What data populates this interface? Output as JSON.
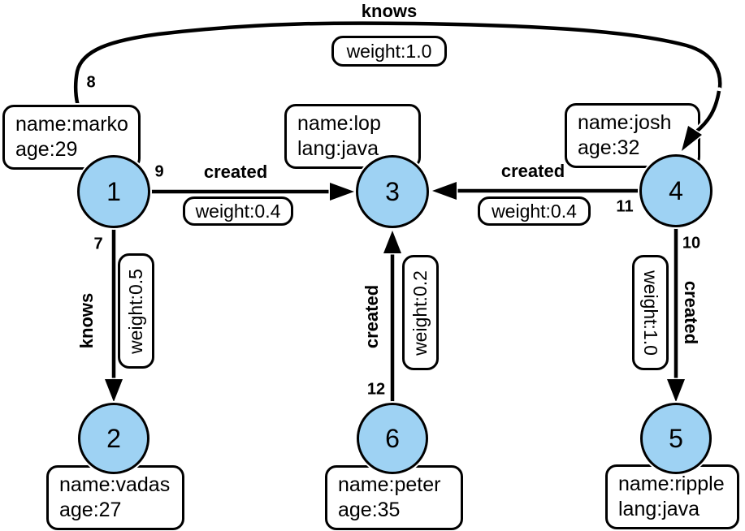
{
  "diagram": {
    "type": "property-graph",
    "background": "#ffffff",
    "colors": {
      "node_fill": "#9ED2F3",
      "node_border": "#000000",
      "edge_color": "#000000",
      "box_fill": "#ffffff",
      "text": "#000000"
    }
  },
  "nodes": [
    {
      "id": "1",
      "properties": [
        "name:marko",
        "age:29"
      ]
    },
    {
      "id": "2",
      "properties": [
        "name:vadas",
        "age:27"
      ]
    },
    {
      "id": "3",
      "properties": [
        "name:lop",
        "lang:java"
      ]
    },
    {
      "id": "4",
      "properties": [
        "name:josh",
        "age:32"
      ]
    },
    {
      "id": "5",
      "properties": [
        "name:ripple",
        "lang:java"
      ]
    },
    {
      "id": "6",
      "properties": [
        "name:peter",
        "age:35"
      ]
    }
  ],
  "edges": [
    {
      "id": "7",
      "label": "knows",
      "weight": "weight:0.5",
      "from": "1",
      "to": "2"
    },
    {
      "id": "8",
      "label": "knows",
      "weight": "weight:1.0",
      "from": "1",
      "to": "4"
    },
    {
      "id": "9",
      "label": "created",
      "weight": "weight:0.4",
      "from": "1",
      "to": "3"
    },
    {
      "id": "10",
      "label": "created",
      "weight": "weight:1.0",
      "from": "4",
      "to": "5"
    },
    {
      "id": "11",
      "label": "created",
      "weight": "weight:0.4",
      "from": "4",
      "to": "3"
    },
    {
      "id": "12",
      "label": "created",
      "weight": "weight:0.2",
      "from": "6",
      "to": "3"
    }
  ]
}
